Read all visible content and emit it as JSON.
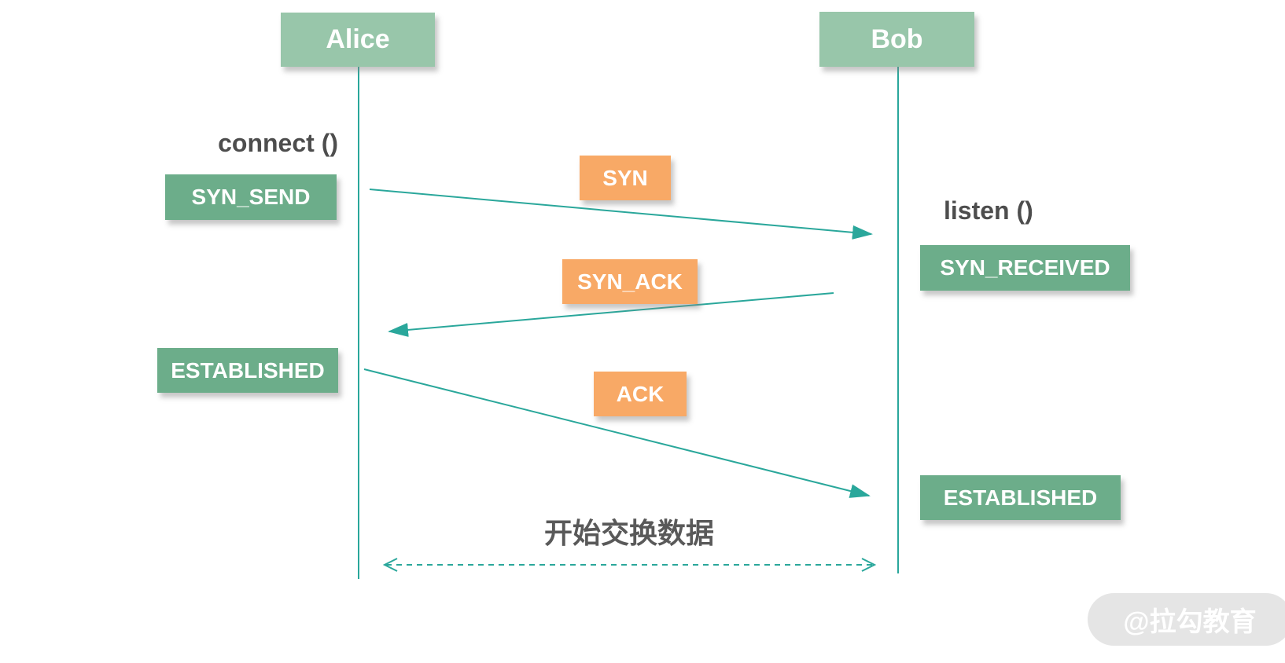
{
  "diagram_type": "sequence-diagram",
  "topic": "TCP three-way handshake",
  "actors": [
    {
      "label": "Alice"
    },
    {
      "label": "Bob"
    }
  ],
  "calls": {
    "connect": "connect ()",
    "listen": "listen ()"
  },
  "states": [
    {
      "actor": "Alice",
      "label": "SYN_SEND"
    },
    {
      "actor": "Bob",
      "label": "SYN_RECEIVED"
    },
    {
      "actor": "Alice",
      "label": "ESTABLISHED"
    },
    {
      "actor": "Bob",
      "label": "ESTABLISHED"
    }
  ],
  "messages": [
    {
      "from": "Alice",
      "to": "Bob",
      "label": "SYN"
    },
    {
      "from": "Bob",
      "to": "Alice",
      "label": "SYN_ACK"
    },
    {
      "from": "Alice",
      "to": "Bob",
      "label": "ACK"
    }
  ],
  "exchange": {
    "label": "开始交换数据",
    "style": "dashed-double-arrow"
  },
  "watermark": {
    "label": "@拉勾教育"
  },
  "colors": {
    "actor_fill": "#98c6aa",
    "state_fill": "#6cad8a",
    "message_fill": "#f8a966",
    "arrow_line": "#2aa79b",
    "call_text": "#4d4d4d",
    "exchange_text": "#595959",
    "watermark_bg": "#e2e2e2",
    "watermark_text": "#ffffff"
  }
}
